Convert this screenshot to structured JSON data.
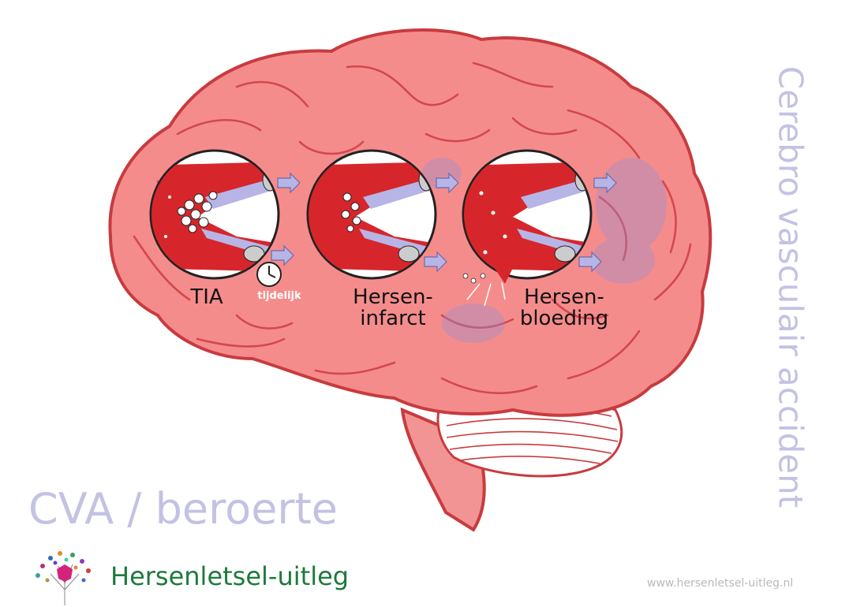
{
  "stages": [
    {
      "id": "tia",
      "label": "TIA"
    },
    {
      "id": "infarct",
      "label_lines": [
        "Hersen-",
        "infarct"
      ]
    },
    {
      "id": "bleed",
      "label_lines": [
        "Hersen-",
        "bloeding"
      ]
    }
  ],
  "timer_label": "tijdelijk",
  "title_main": "CVA / beroerte",
  "title_vertical": "Cerebro vasculair accident",
  "brand": {
    "name": "Hersenletsel-uitleg",
    "url": "www.hersenletsel-uitleg.nl"
  },
  "icons": [
    "brain-illustration",
    "blood-vessel-diagram",
    "flow-arrow-icon",
    "clock-icon",
    "brain-tree-logo-icon"
  ],
  "colors": {
    "brain_fill": "#f58c8c",
    "brain_outline": "#c83b3f",
    "vessel_red": "#d7262b",
    "flow_lavender": "#b7b5e6",
    "title_lavender": "#c3c2e3",
    "brand_green": "#1d7a3b",
    "url_grey": "#b9b9b9"
  }
}
